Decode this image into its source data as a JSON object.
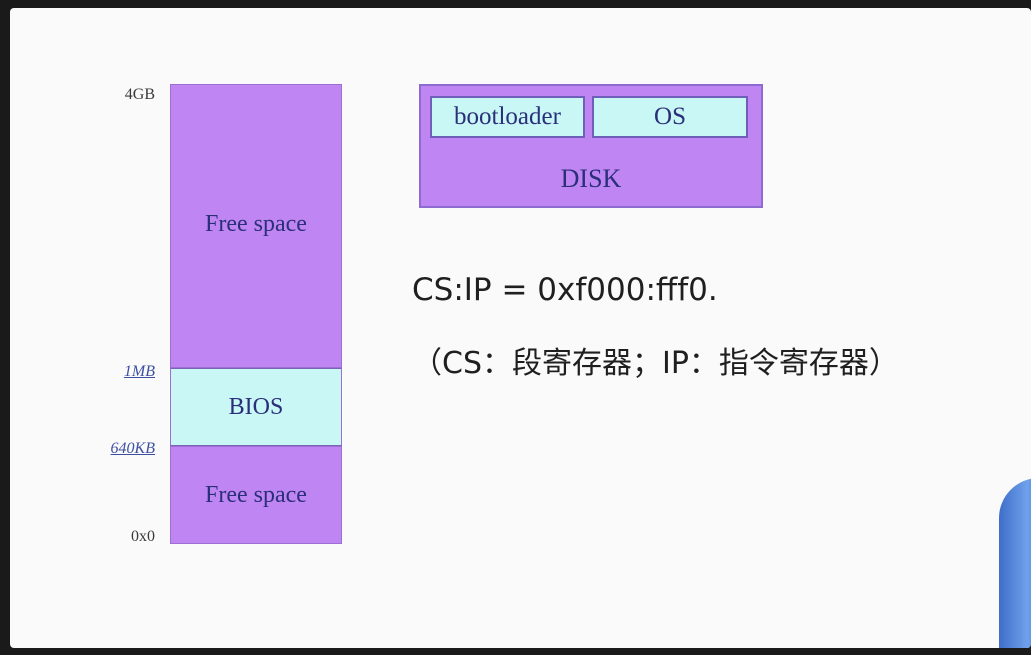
{
  "memory_map": {
    "labels": {
      "top": "4GB",
      "one_mb": "1MB",
      "six_forty_kb": "640KB",
      "bottom": "0x0"
    },
    "blocks": {
      "free_top": "Free space",
      "bios": "BIOS",
      "free_bottom": "Free space"
    },
    "colors": {
      "free": "#bf86f3",
      "bios": "#c9f7f5",
      "text": "#2b2f7a"
    }
  },
  "disk": {
    "bootloader": "bootloader",
    "os": "OS",
    "label": "DISK"
  },
  "notes": {
    "cs_ip": "CS:IP = 0xf000:fff0.",
    "explain": "（CS：段寄存器；IP：指令寄存器）"
  }
}
